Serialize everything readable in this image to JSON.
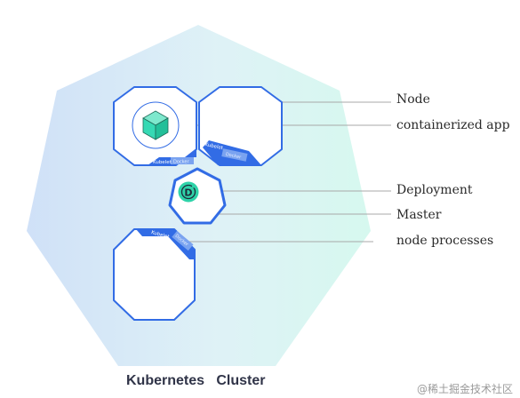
{
  "labels": {
    "node": "Node",
    "containerized_app": "containerized app",
    "deployment": "Deployment",
    "master": "Master",
    "node_processes": "node processes"
  },
  "cluster_title": "Kubernetes   Cluster",
  "tags": {
    "kubelet": "Kubelet",
    "docker": "Docker"
  },
  "deployment_icon_letter": "D",
  "watermark": "@稀土掘金技术社区",
  "colors": {
    "node_border": "#326ce5",
    "cube": "#36d9b4",
    "master_icon": "#2ed3a9",
    "line": "#a8a8a8",
    "cluster_left": "#cfe0f7",
    "cluster_right": "#d4f7ef"
  }
}
